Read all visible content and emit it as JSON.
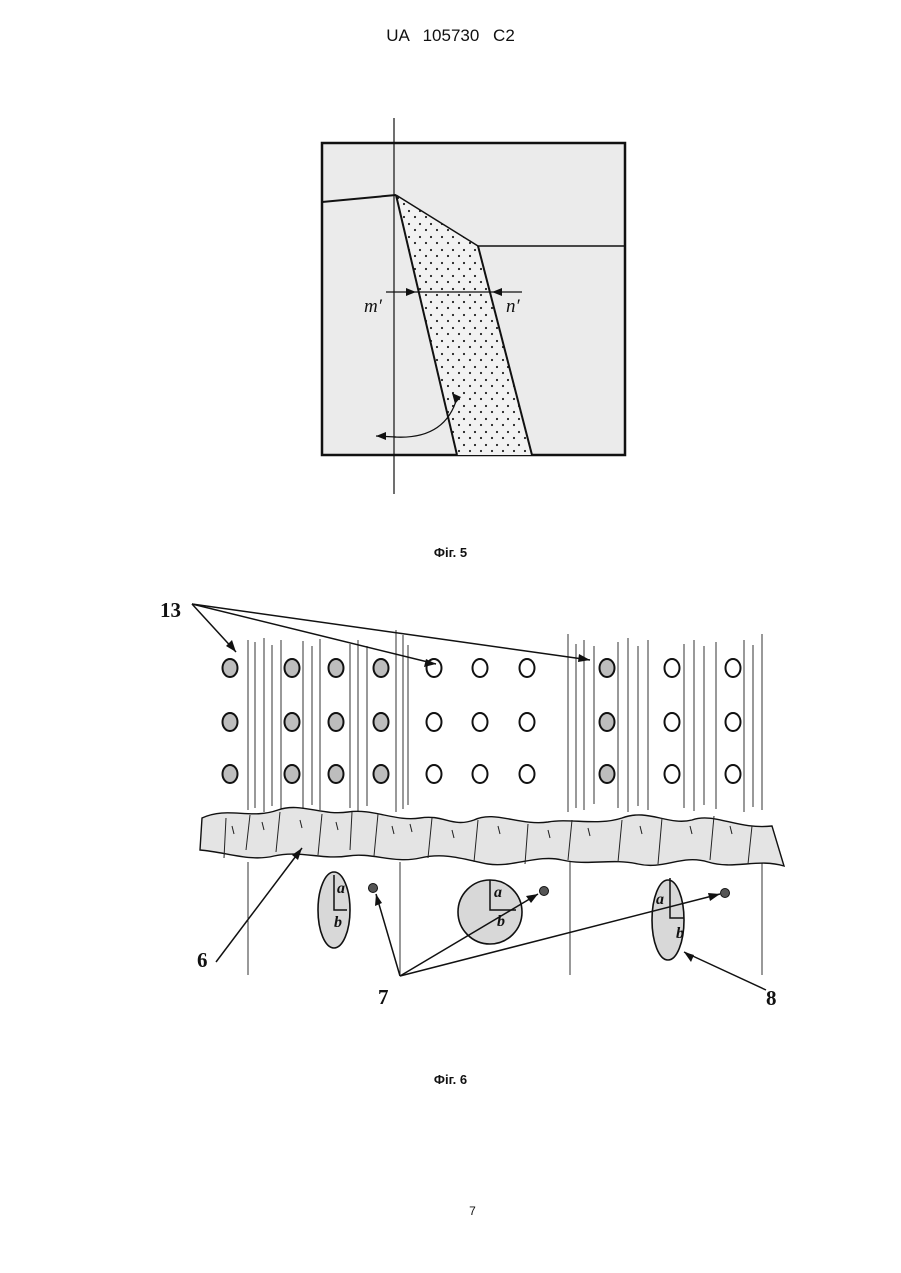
{
  "header": {
    "doc_id": "UA   105730   C2"
  },
  "fig5": {
    "caption": "Фіг. 5",
    "label_left": "m′",
    "label_right": "n′"
  },
  "fig6": {
    "caption": "Фіг. 6",
    "refs": {
      "r13": "13",
      "r6": "6",
      "r7": "7",
      "r8": "8"
    },
    "axis_a": "a",
    "axis_b": "b"
  },
  "footer": {
    "page_number": "7"
  }
}
